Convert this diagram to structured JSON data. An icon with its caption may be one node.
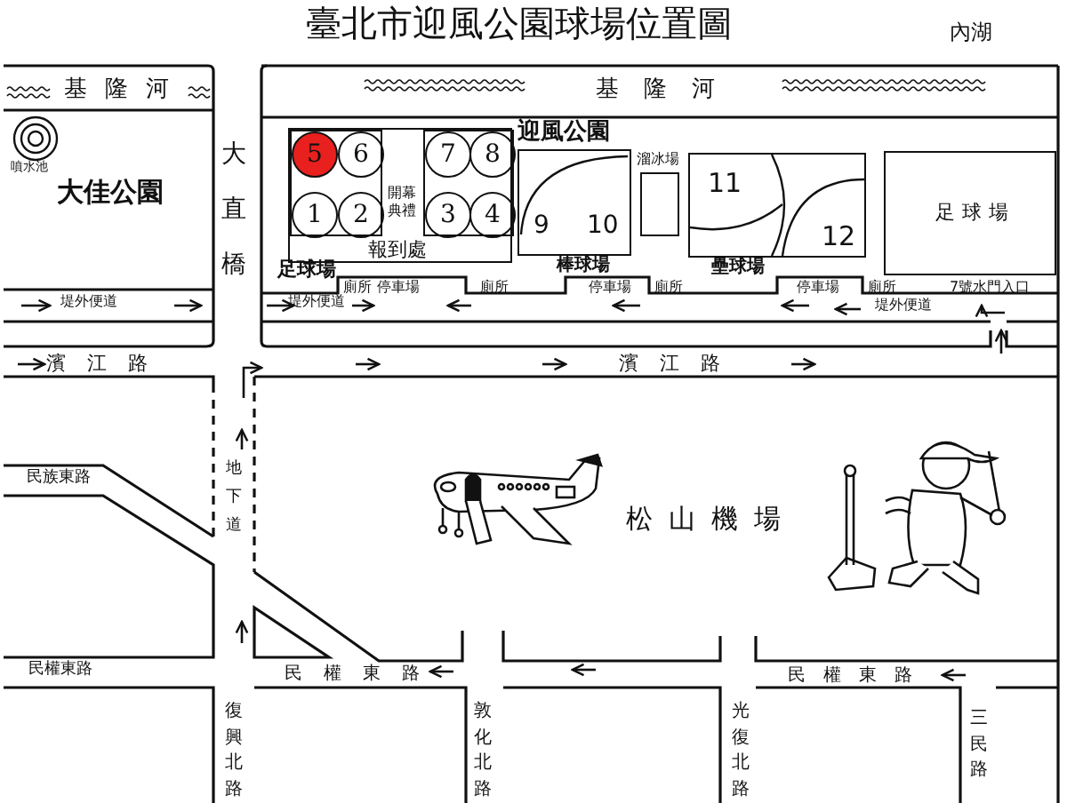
{
  "diagram": {
    "title": "臺北市迎風公園球場位置圖",
    "nodes": [
      {
        "text": [
          "大佳公園"
        ]
      },
      {
        "text": [
          "噴水池"
        ],
        "in": 0
      },
      {
        "text": [
          "迎風公園"
        ]
      },
      {
        "text": [
          "開幕典禮",
          "報到處"
        ],
        "in": 2
      },
      {
        "text": [],
        "shape": "box",
        "in": 3
      },
      {
        "text": [
          "5"
        ],
        "in": 4
      },
      {
        "text": [
          "6"
        ],
        "in": 4
      },
      {
        "text": [
          "1"
        ],
        "in": 4
      },
      {
        "text": [
          "2"
        ],
        "in": 4
      },
      {
        "text": [],
        "shape": "box",
        "in": 3
      },
      {
        "text": [
          "7"
        ],
        "in": 9
      },
      {
        "text": [
          "8"
        ],
        "in": 9
      },
      {
        "text": [
          "3"
        ],
        "in": 9
      },
      {
        "text": [
          "4"
        ],
        "in": 9
      },
      {
        "text": [
          "9",
          "10"
        ],
        "beside": [
          "棒球場"
        ],
        "in": 2
      },
      {
        "text": [
          "溜冰場"
        ],
        "in": 2
      },
      {
        "text": [
          "11",
          "12"
        ],
        "beside": [
          "壘球場"
        ],
        "in": 2
      },
      {
        "text": [
          "足球場"
        ],
        "in": 2
      },
      {
        "text": [
          "松山機場"
        ]
      }
    ],
    "labels": [
      "內湖",
      "基隆河",
      "基隆河",
      "大直橋",
      "足球場",
      "廁所",
      "停車場",
      "廁所",
      "停車場",
      "廁所",
      "停車場",
      "廁所",
      "7號水門入口",
      "堤外便道",
      "堤外便道",
      "堤外便道",
      "濱江路",
      "濱江路",
      "地下道",
      "民族東路",
      "民權東路",
      "民權東路",
      "民權東路",
      "復興北路",
      "敦化北路",
      "光復北路",
      "三民路"
    ]
  }
}
